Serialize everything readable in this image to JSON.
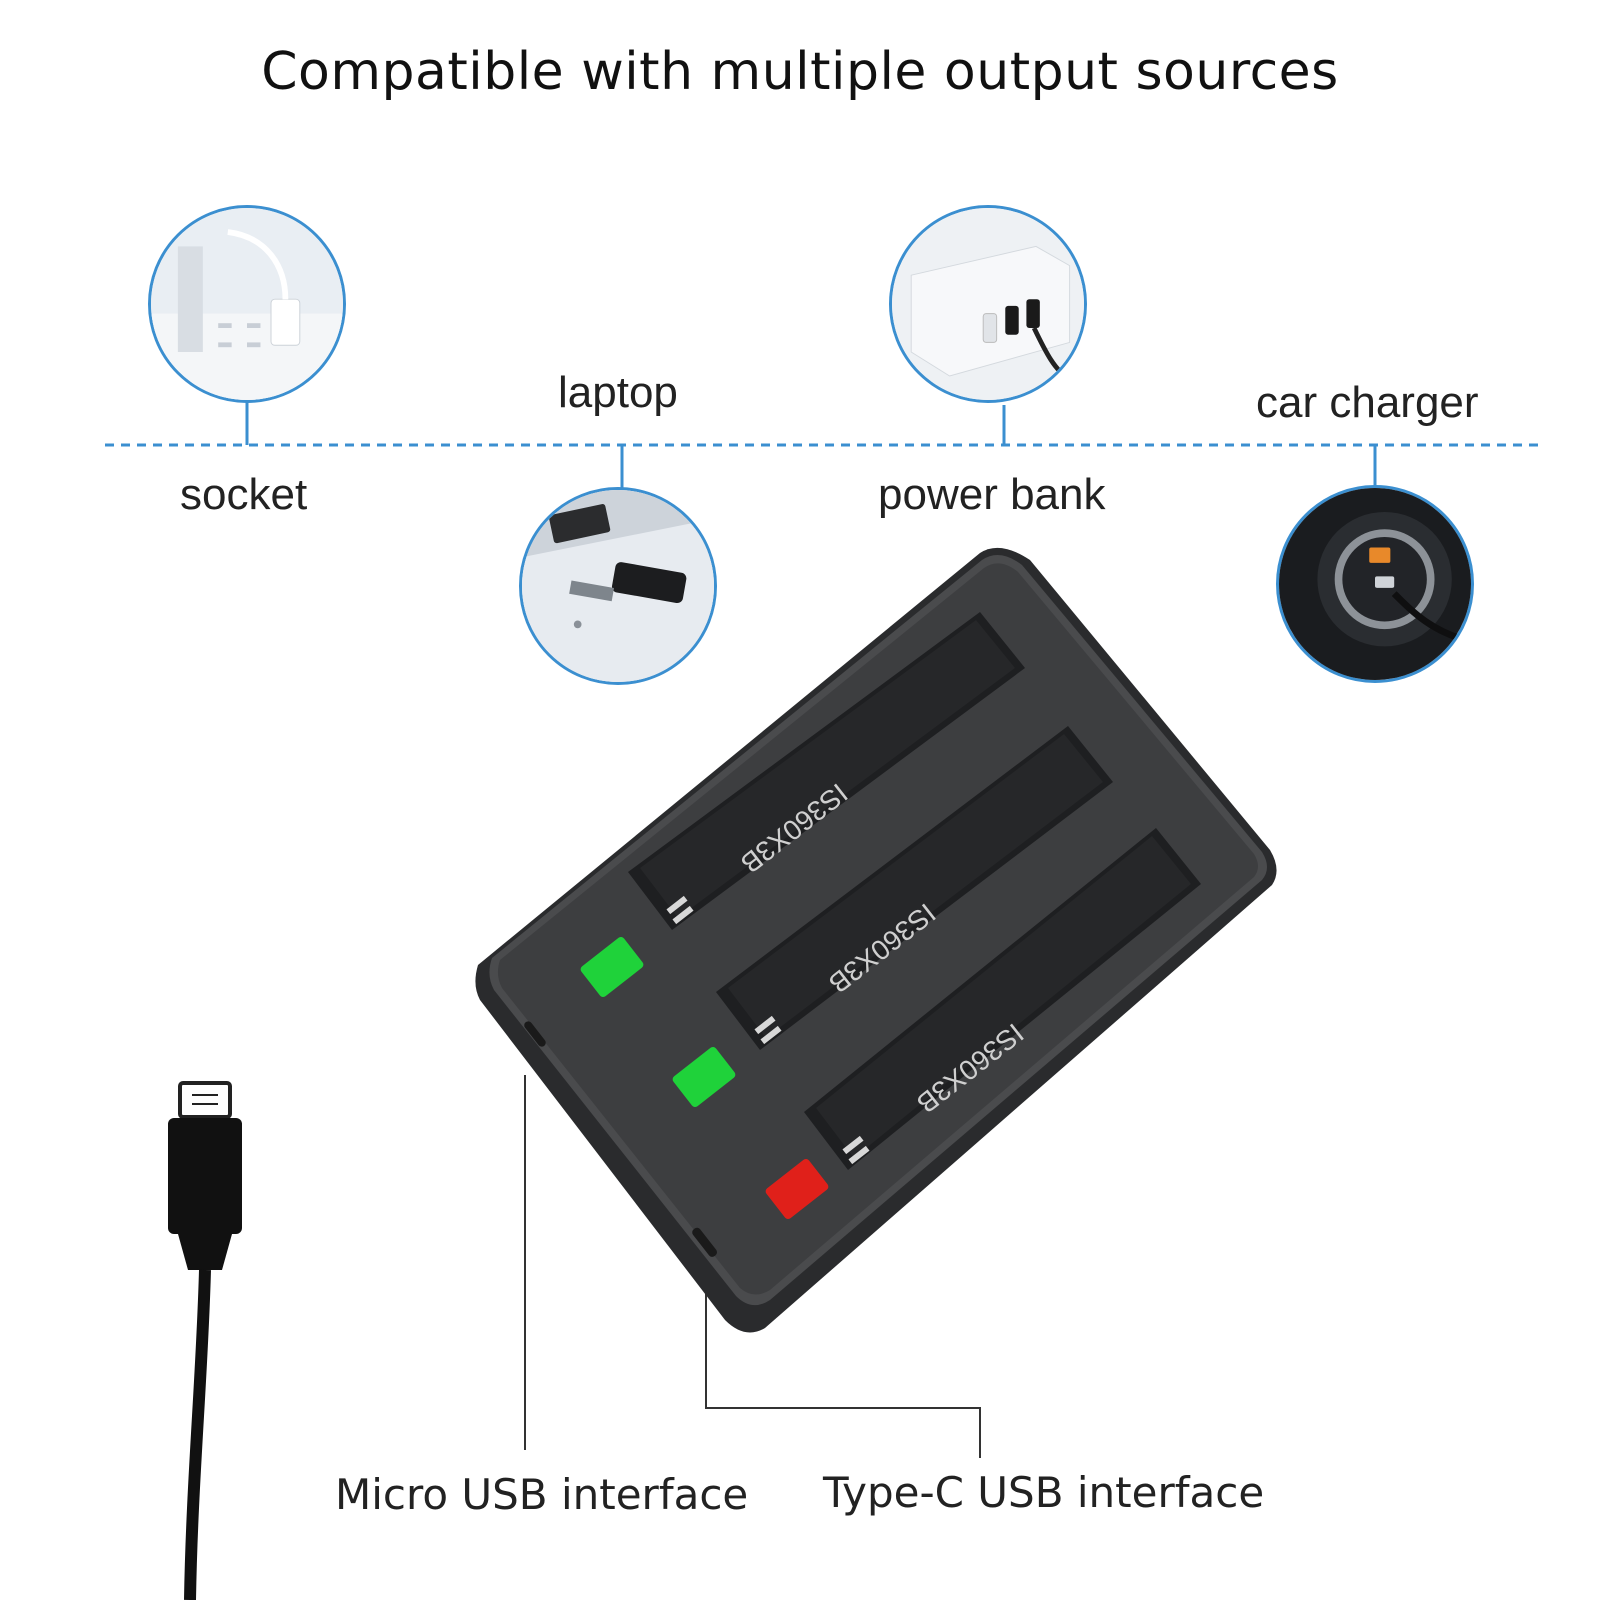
{
  "headline": "Compatible with multiple output sources",
  "sources": [
    {
      "label": "socket",
      "icon": "wall-socket-icon"
    },
    {
      "label": "laptop",
      "icon": "laptop-usb-port-icon"
    },
    {
      "label": "power bank",
      "icon": "power-bank-icon"
    },
    {
      "label": "car charger",
      "icon": "car-charger-icon"
    }
  ],
  "charger": {
    "slots": [
      {
        "battery_label": "IS360X3B",
        "indicator_color": "#1fd23a"
      },
      {
        "battery_label": "IS360X3B",
        "indicator_color": "#1fd23a"
      },
      {
        "battery_label": "IS360X3B",
        "indicator_color": "#e0201a"
      }
    ]
  },
  "interfaces": {
    "micro_usb_label": "Micro USB interface",
    "type_c_label": "Type-C USB interface"
  },
  "colors": {
    "accent_line": "#3b8fd0",
    "charger_body": "#3a3b3d",
    "led_green": "#1fd23a",
    "led_red": "#e0201a"
  }
}
